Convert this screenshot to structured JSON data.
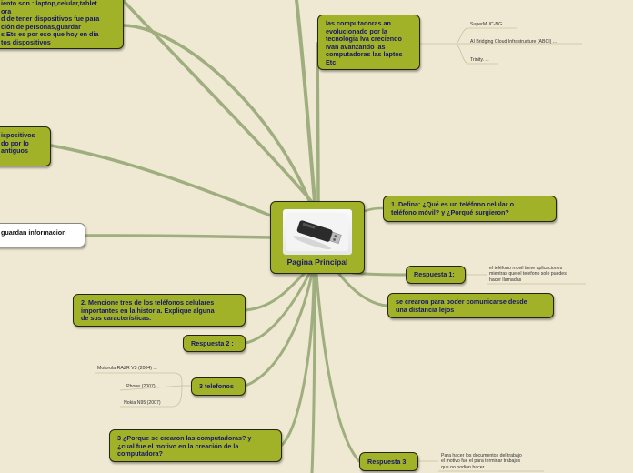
{
  "central_topic": {
    "title": "Pagina Principal",
    "image_icon": "usb-drive-icon"
  },
  "topics": {
    "topleft_devices": "iento son : laptop,celular,tablet\nora\nd de tener dispositivos fue para\nción de personas,guardar\ns Etc es por eso que hoy en dia\ntos dispositivos",
    "left_antiguos": "ispositivos\ndo por lo\nantiguos",
    "left_guardan": "guardan informacion",
    "computadoras": "las computadoras an\nevolucionado por la\ntecnologia Iva creciendo\nIvan avanzando las\ncomputadoras las laptos\nEtc",
    "q1": "1. Defina: ¿Qué es un teléfono celular o\nteléfono móvil? y ¿Porqué surgieron?",
    "r1": "Respuesta 1:",
    "r1_answer": "se crearon para poder comunicarse desde\nuna distancia lejos",
    "q2": "2. Mencione tres de los teléfonos celulares\nimportantes en la historia. Explique alguna\nde sus características.",
    "r2": "Respuesta 2 :",
    "tres_telefonos": "3 telefonos",
    "q3": "3 ¿Porque se crearon las computadoras? y\n¿cual fue el motivo en la creación de la\ncomputadora?",
    "r3": "Respuesta 3"
  },
  "notes": {
    "supermuc": "SuperMUC-NG. ...",
    "abci": "AI Bridging Cloud Infrastructure (ABCI) ...",
    "trinity": "Trinity. ...",
    "r1_note": "el teléfono movil tiene aplicaciones\nmientras que el telefono solo puedes\nhacer llamadas",
    "motorola": "Motorola RAZR V3 (2004) ...",
    "iphone": "iPhone (2007) ...",
    "nokia": "Nokia N95 (2007)",
    "r3_note": "Para hacer los documentos del trabajo\nel motivo fue el para terminar trabajos\nque no podian hacer"
  },
  "colors": {
    "background": "#efe8d3",
    "node_fill": "#a1b228",
    "node_border": "#23260e",
    "node_text": "#15166a",
    "branch": "#9fae7e"
  }
}
